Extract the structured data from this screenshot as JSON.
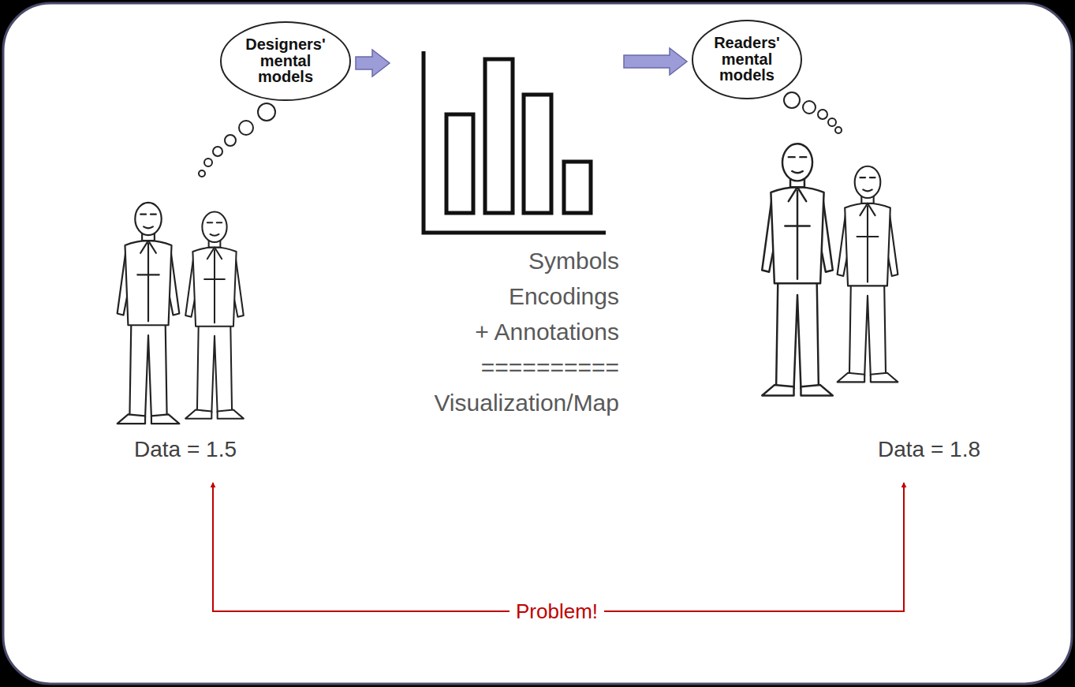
{
  "diagram": {
    "nodes": [
      {
        "text": [
          "Designers' mental models"
        ]
      },
      {
        "text": [
          "Symbols",
          "Encodings",
          "+ Annotations",
          "==========",
          "Visualization/Map"
        ]
      },
      {
        "text": [
          "Readers' mental models"
        ]
      }
    ],
    "edges": [
      {
        "from": 0,
        "to": 1,
        "arrow": "to"
      },
      {
        "from": 1,
        "to": 2,
        "arrow": "to"
      }
    ],
    "labels": [
      "Data = 1.5",
      "Data = 1.8",
      "Problem!"
    ]
  }
}
